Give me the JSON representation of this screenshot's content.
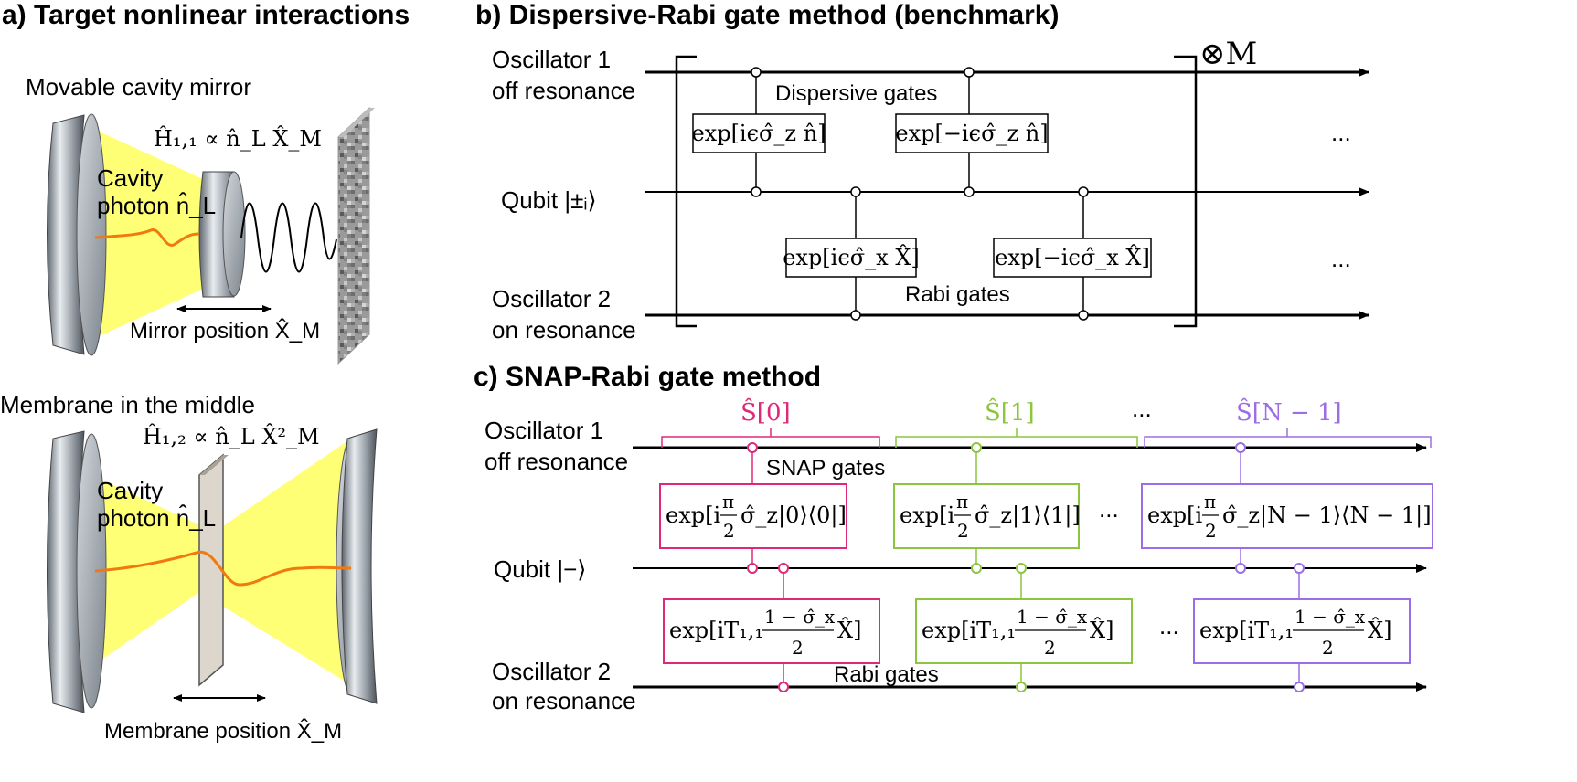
{
  "panel_a": {
    "title": "a) Target nonlinear interactions",
    "sub1": "Movable cavity mirror",
    "ham1": "Ĥ₁,₁ ∝ n̂_L X̂_M",
    "cavity_line1": "Cavity",
    "cavity_line2": "photon n̂_L",
    "mirror_pos": "Mirror position X̂_M",
    "sub2": "Membrane in the middle",
    "ham2": "Ĥ₁,₂ ∝ n̂_L X̂²_M",
    "membrane_pos": "Membrane position X̂_M",
    "colors": {
      "beam": "#ffff66",
      "photon": "#f07a10",
      "mirror": "#9aa3ad"
    }
  },
  "panel_b": {
    "title": "b) Dispersive-Rabi gate method (benchmark)",
    "osc1_line1": "Oscillator 1",
    "osc1_line2": "off resonance",
    "qubit": "Qubit |±ᵢ⟩",
    "osc2_line1": "Oscillator 2",
    "osc2_line2": "on resonance",
    "dispersive_label": "Dispersive gates",
    "rabi_label": "Rabi gates",
    "gate_d1": "exp[iϵσ̂_z n̂]",
    "gate_d2": "exp[−iϵσ̂_z n̂]",
    "gate_r1": "exp[iϵσ̂_x X̂]",
    "gate_r2": "exp[−iϵσ̂_x X̂]",
    "repeat": "⊗M",
    "ellipsis": "..."
  },
  "panel_c": {
    "title": "c) SNAP-Rabi gate method",
    "osc1_line1": "Oscillator 1",
    "osc1_line2": "off resonance",
    "qubit": "Qubit |−⟩",
    "osc2_line1": "Oscillator 2",
    "osc2_line2": "on resonance",
    "snap_label": "SNAP gates",
    "rabi_label": "Rabi gates",
    "s0": "Ŝ[0]",
    "s1": "Ŝ[1]",
    "sN": "Ŝ[N − 1]",
    "snap_gates": [
      {
        "pre": "exp[i",
        "post": "σ̂_z|0⟩⟨0|]"
      },
      {
        "pre": "exp[i",
        "post": "σ̂_z|1⟩⟨1|]"
      },
      {
        "pre": "exp[i",
        "post": "σ̂_z|N − 1⟩⟨N − 1|]"
      }
    ],
    "pi_num": "π",
    "pi_den": "2",
    "rabi_pre": "exp[iT₁,₁",
    "rabi_num": "1 − σ̂_x",
    "rabi_den": "2",
    "rabi_post": "X̂]",
    "ellipsis": "...",
    "colors": {
      "s0": "#e0287a",
      "s1": "#8cc63f",
      "sN": "#9b6ee6"
    }
  }
}
